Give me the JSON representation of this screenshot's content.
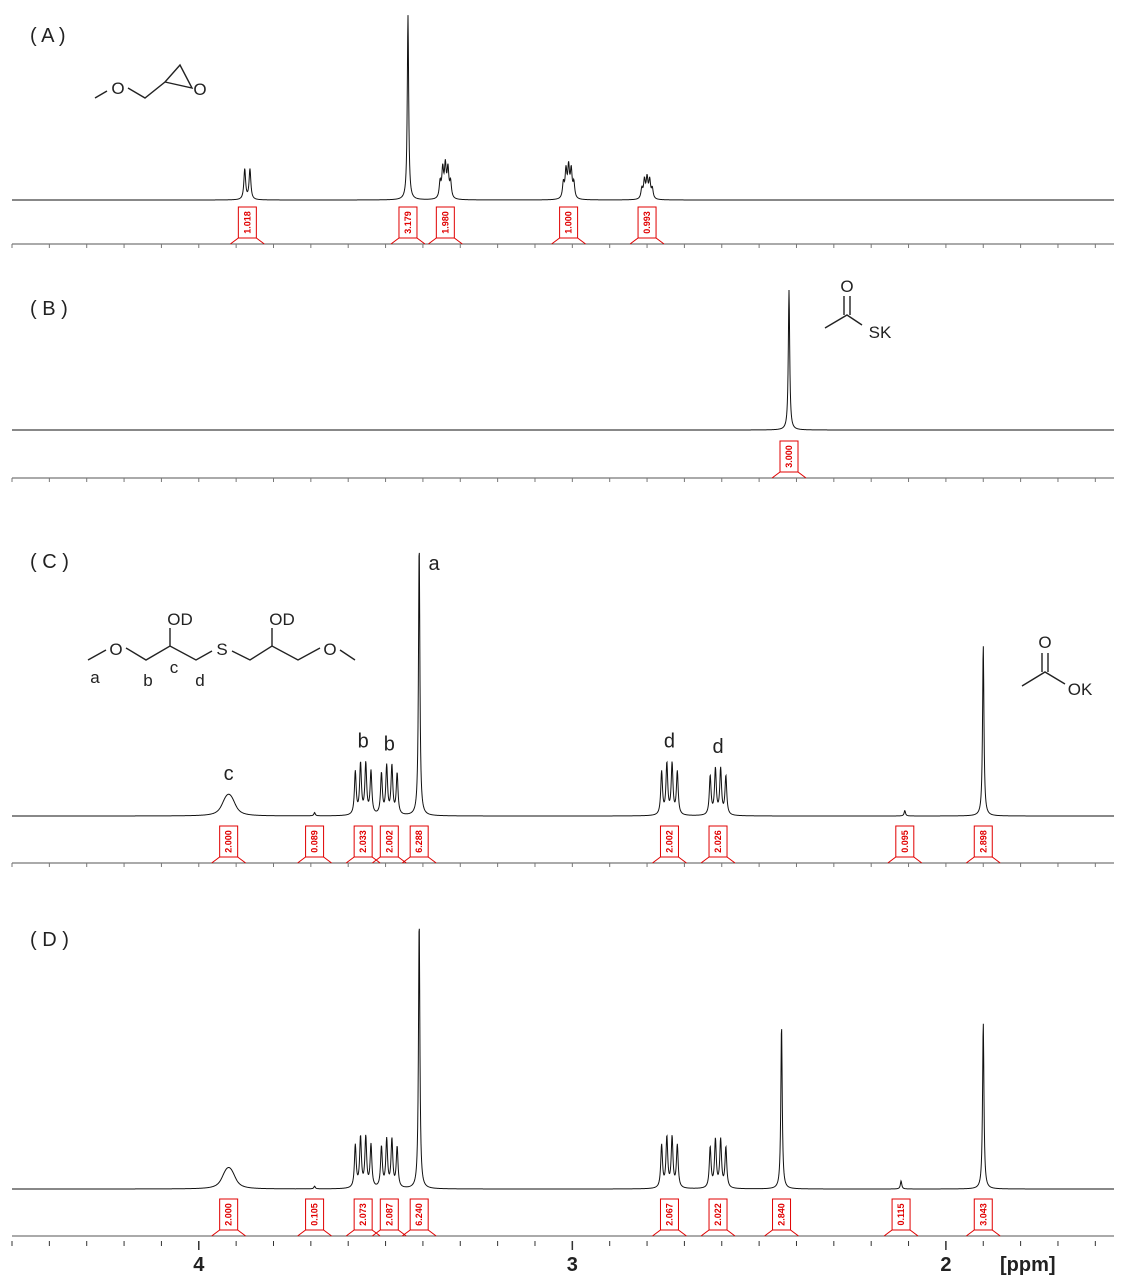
{
  "chart_data": {
    "type": "line",
    "xaxis": {
      "reversed": true,
      "xlim": [
        4.5,
        1.55
      ],
      "unit_label": "[ppm]",
      "major_ticks": [
        {
          "value": 4,
          "label": "4"
        },
        {
          "value": 3,
          "label": "3"
        },
        {
          "value": 2,
          "label": "2"
        }
      ],
      "minor_step": 0.1
    },
    "panels": [
      {
        "id": "A",
        "label": "( A )",
        "structure": {
          "atom_labels": [
            "O",
            "O"
          ]
        },
        "peaks": [
          {
            "ppm": 3.87,
            "type": "d",
            "height": 0.17
          },
          {
            "ppm": 3.44,
            "type": "s",
            "height": 1.0
          },
          {
            "ppm": 3.34,
            "type": "m",
            "height": 0.22
          },
          {
            "ppm": 3.01,
            "type": "m",
            "height": 0.21
          },
          {
            "ppm": 2.8,
            "type": "m",
            "height": 0.14
          }
        ],
        "integrals": [
          {
            "ppm": 3.87,
            "value": "1.018"
          },
          {
            "ppm": 3.44,
            "value": "3.179"
          },
          {
            "ppm": 3.34,
            "value": "1.980"
          },
          {
            "ppm": 3.01,
            "value": "1.000"
          },
          {
            "ppm": 2.8,
            "value": "0.993"
          }
        ],
        "annotations": []
      },
      {
        "id": "B",
        "label": "( B )",
        "structure": {
          "atom_labels": [
            "O",
            "SK"
          ]
        },
        "peaks": [
          {
            "ppm": 2.42,
            "type": "s",
            "height": 1.0
          }
        ],
        "integrals": [
          {
            "ppm": 2.42,
            "value": "3.000"
          }
        ],
        "annotations": []
      },
      {
        "id": "C",
        "label": "( C )",
        "structure": {
          "atom_labels": [
            "O",
            "OD",
            "S",
            "OD",
            "O"
          ],
          "position_labels": [
            "a",
            "b",
            "c",
            "d"
          ]
        },
        "side_structure": {
          "atom_labels": [
            "O",
            "OK"
          ]
        },
        "peaks": [
          {
            "ppm": 3.92,
            "type": "m",
            "height": 0.08
          },
          {
            "ppm": 3.56,
            "type": "dd",
            "height": 0.2
          },
          {
            "ppm": 3.49,
            "type": "dd",
            "height": 0.19
          },
          {
            "ppm": 3.41,
            "type": "s",
            "height": 1.0
          },
          {
            "ppm": 3.69,
            "type": "s",
            "height": 0.012
          },
          {
            "ppm": 2.74,
            "type": "dd",
            "height": 0.2
          },
          {
            "ppm": 2.61,
            "type": "dd",
            "height": 0.18
          },
          {
            "ppm": 2.11,
            "type": "s",
            "height": 0.02
          },
          {
            "ppm": 1.9,
            "type": "s",
            "height": 0.63
          }
        ],
        "integrals": [
          {
            "ppm": 3.92,
            "value": "2.000"
          },
          {
            "ppm": 3.69,
            "value": "0.089"
          },
          {
            "ppm": 3.56,
            "value": "2.033"
          },
          {
            "ppm": 3.49,
            "value": "2.002"
          },
          {
            "ppm": 3.41,
            "value": "6.288"
          },
          {
            "ppm": 2.74,
            "value": "2.002"
          },
          {
            "ppm": 2.61,
            "value": "2.026"
          },
          {
            "ppm": 2.11,
            "value": "0.095"
          },
          {
            "ppm": 1.9,
            "value": "2.898"
          }
        ],
        "annotations": [
          {
            "ppm": 3.92,
            "text": "c"
          },
          {
            "ppm": 3.56,
            "text": "b"
          },
          {
            "ppm": 3.49,
            "text": "b"
          },
          {
            "ppm": 3.37,
            "text": "a"
          },
          {
            "ppm": 2.74,
            "text": "d"
          },
          {
            "ppm": 2.61,
            "text": "d"
          }
        ]
      },
      {
        "id": "D",
        "label": "( D )",
        "peaks": [
          {
            "ppm": 3.92,
            "type": "m",
            "height": 0.08
          },
          {
            "ppm": 3.56,
            "type": "dd",
            "height": 0.2
          },
          {
            "ppm": 3.49,
            "type": "dd",
            "height": 0.19
          },
          {
            "ppm": 3.41,
            "type": "s",
            "height": 1.0
          },
          {
            "ppm": 3.69,
            "type": "s",
            "height": 0.01
          },
          {
            "ppm": 2.74,
            "type": "dd",
            "height": 0.2
          },
          {
            "ppm": 2.61,
            "type": "dd",
            "height": 0.19
          },
          {
            "ppm": 2.44,
            "type": "s",
            "height": 0.61
          },
          {
            "ppm": 2.12,
            "type": "s",
            "height": 0.03
          },
          {
            "ppm": 1.9,
            "type": "s",
            "height": 0.62
          }
        ],
        "integrals": [
          {
            "ppm": 3.92,
            "value": "2.000"
          },
          {
            "ppm": 3.69,
            "value": "0.105"
          },
          {
            "ppm": 3.56,
            "value": "2.073"
          },
          {
            "ppm": 3.49,
            "value": "2.087"
          },
          {
            "ppm": 3.41,
            "value": "6.240"
          },
          {
            "ppm": 2.74,
            "value": "2.067"
          },
          {
            "ppm": 2.61,
            "value": "2.022"
          },
          {
            "ppm": 2.44,
            "value": "2.840"
          },
          {
            "ppm": 2.12,
            "value": "0.115"
          },
          {
            "ppm": 1.9,
            "value": "3.043"
          }
        ],
        "annotations": []
      }
    ]
  },
  "colors": {
    "spectrum": "#111111",
    "integral": "#e00000",
    "axis": "#333333"
  }
}
